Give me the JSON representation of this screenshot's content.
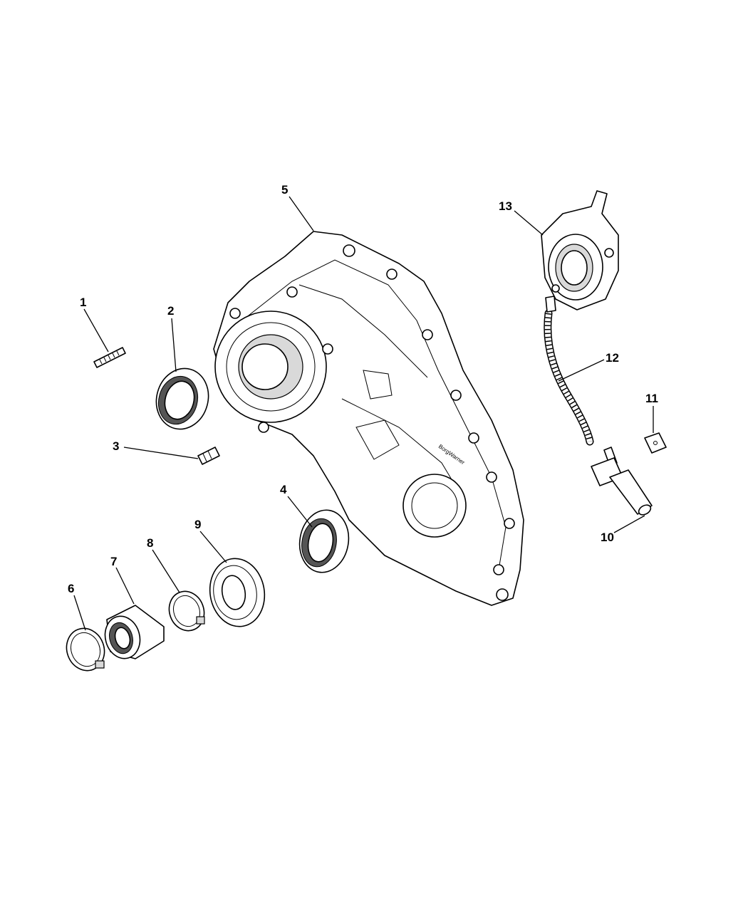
{
  "callouts": [
    {
      "label": "1"
    },
    {
      "label": "2"
    },
    {
      "label": "3"
    },
    {
      "label": "4"
    },
    {
      "label": "5"
    },
    {
      "label": "6"
    },
    {
      "label": "7"
    },
    {
      "label": "8"
    },
    {
      "label": "9"
    },
    {
      "label": "10"
    },
    {
      "label": "11"
    },
    {
      "label": "12"
    },
    {
      "label": "13"
    }
  ],
  "case_marking": "BorgWarner"
}
